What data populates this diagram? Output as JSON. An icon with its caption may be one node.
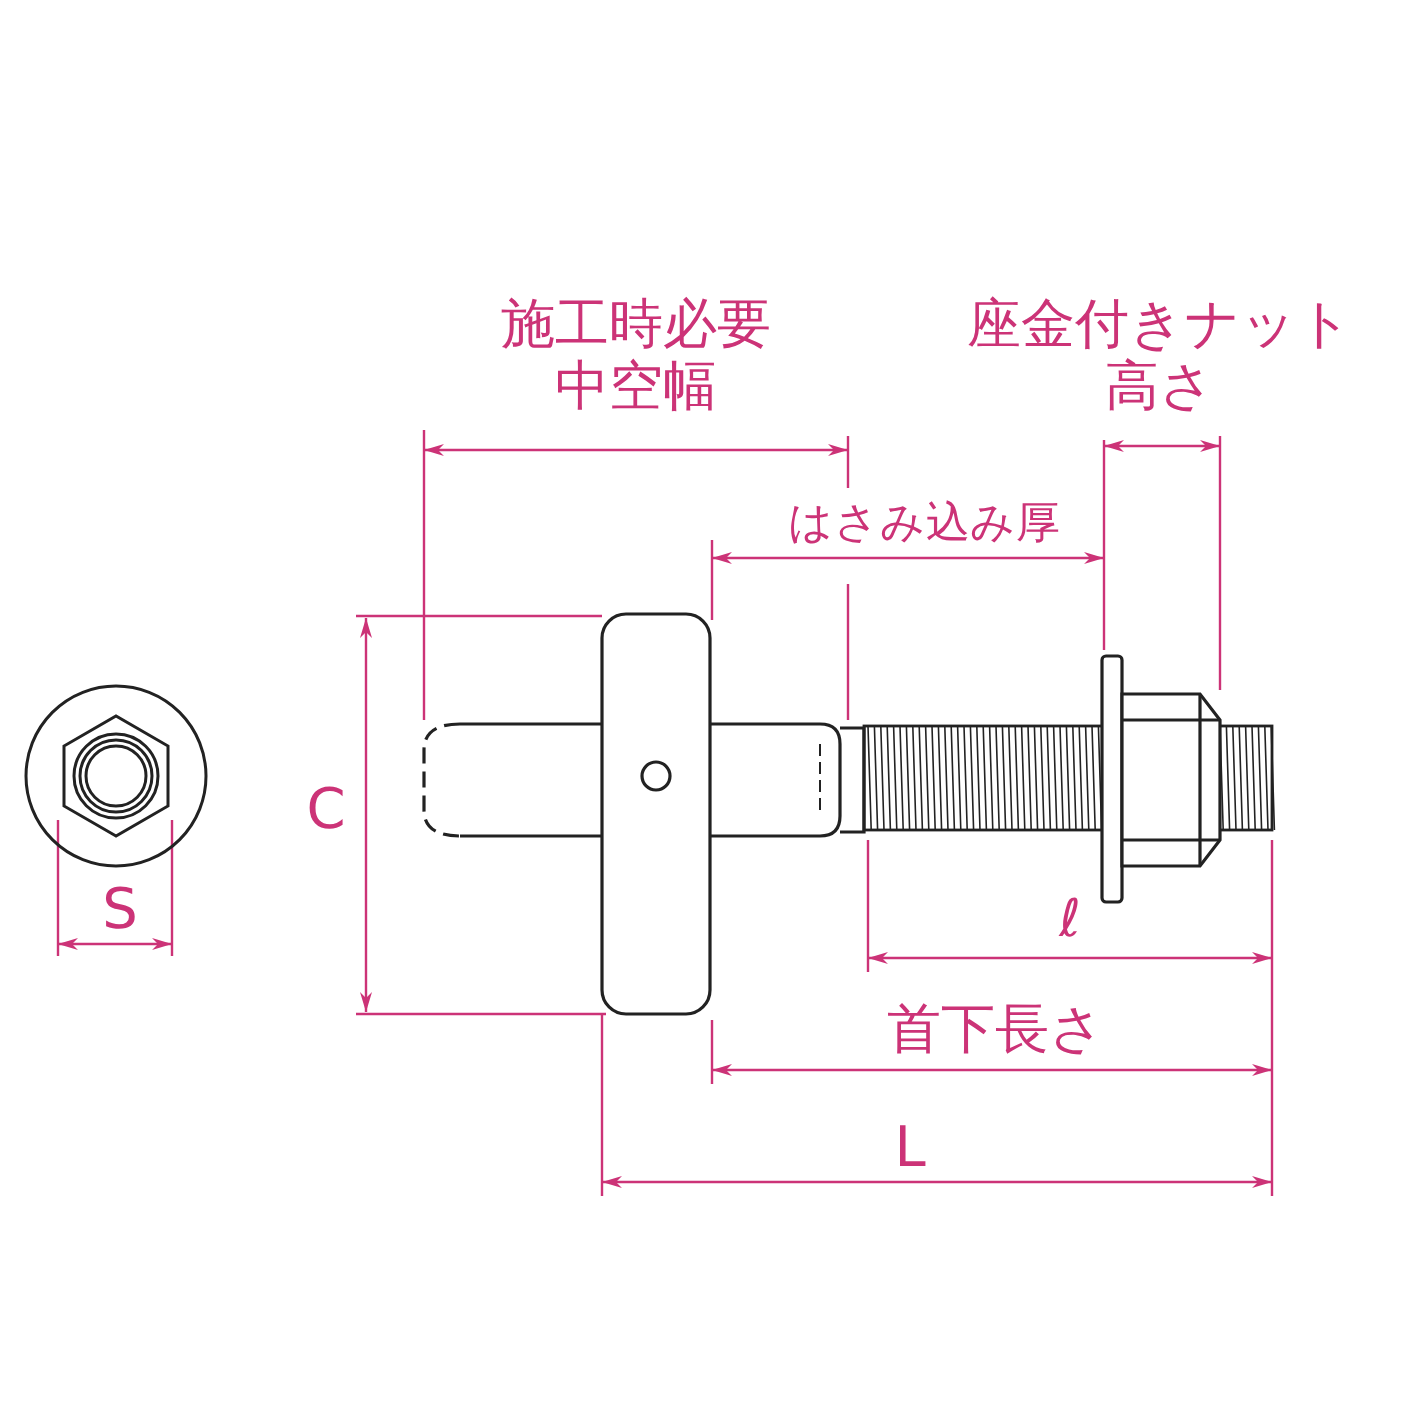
{
  "diagram": {
    "labels": [
      "施工時必要中空幅",
      "座金付きナット高さ",
      "はさみ込み厚",
      "C",
      "S",
      "ℓ",
      "首下長さ",
      "L"
    ]
  }
}
